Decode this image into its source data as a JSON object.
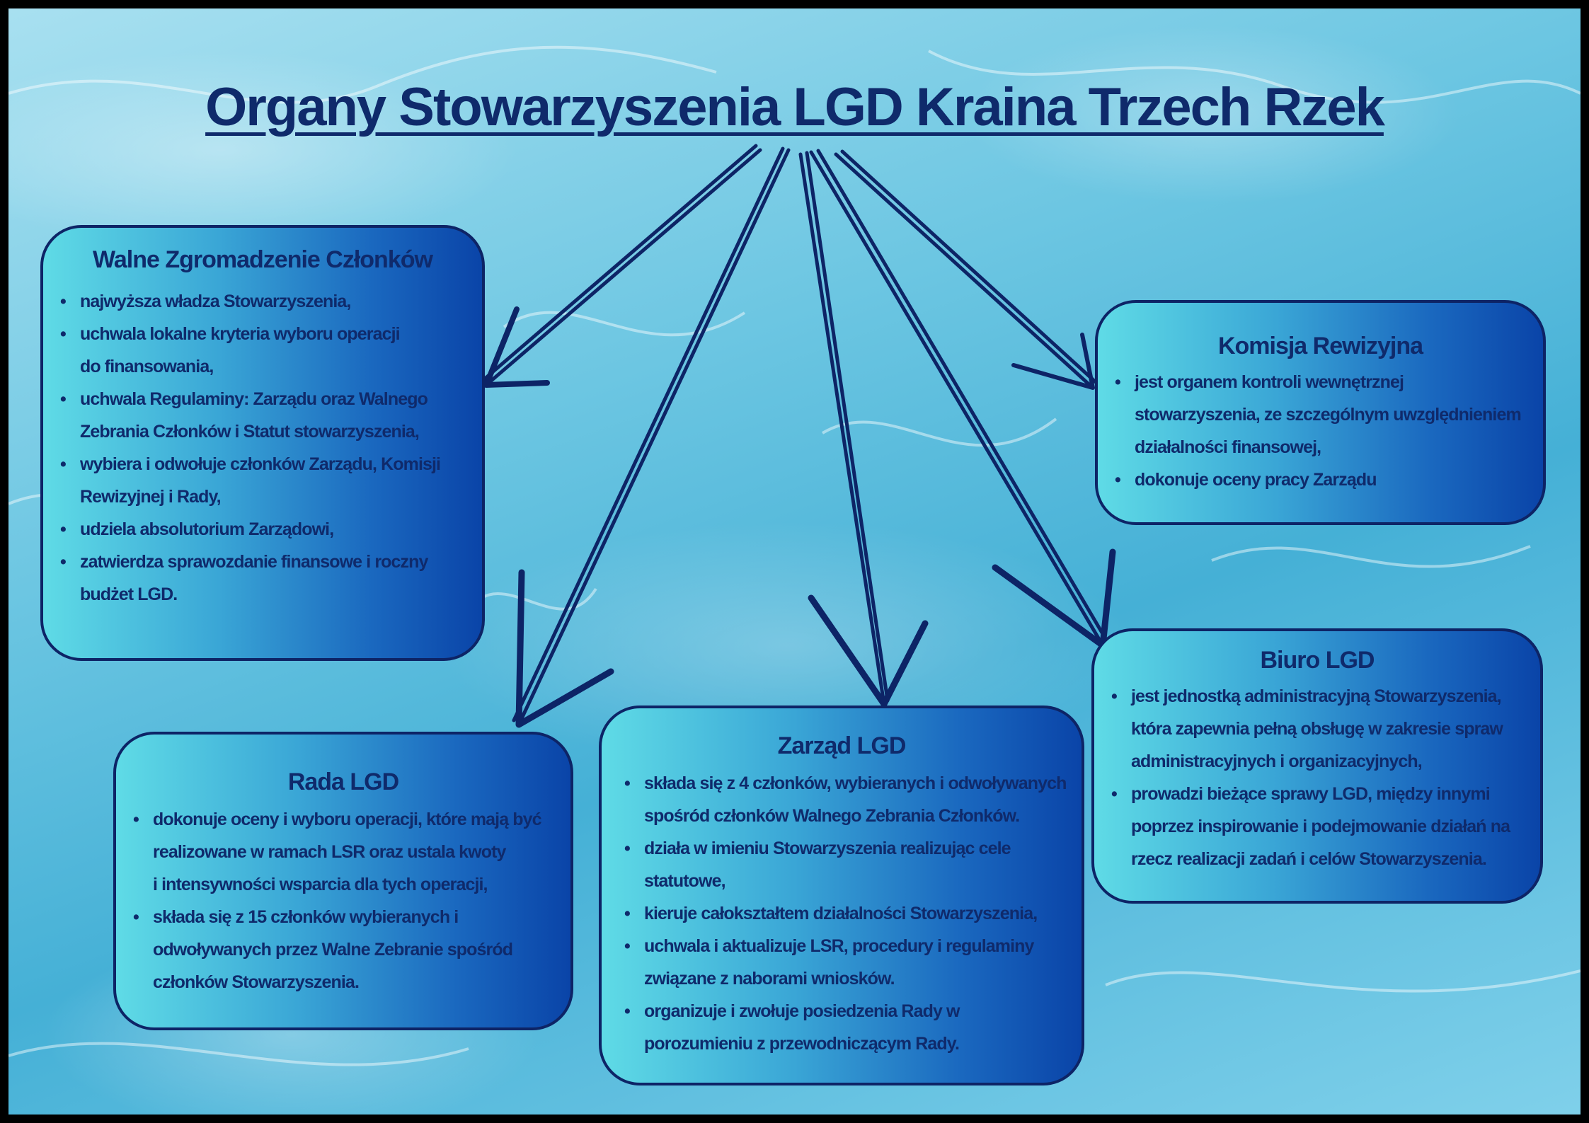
{
  "title": "Organy Stowarzyszenia LGD Kraina Trzech Rzek",
  "colors": {
    "text": "#0f2a6b",
    "box_light": "#5fdbe6",
    "box_dark": "#0a44a8",
    "arrow": "#0d2466"
  },
  "boxes": {
    "walne": {
      "heading": "Walne Zgromadzenie Członków",
      "items": [
        [
          "najwyższa władza Stowarzyszenia,"
        ],
        [
          "uchwala lokalne kryteria wyboru operacji",
          "do finansowania,"
        ],
        [
          "uchwala Regulaminy:  Zarządu oraz Walnego",
          "Zebrania Członków i Statut stowarzyszenia,"
        ],
        [
          "wybiera i odwołuje członków Zarządu, Komisji",
          "Rewizyjnej i Rady,"
        ],
        [
          "udziela absolutorium Zarządowi,"
        ],
        [
          "zatwierdza sprawozdanie finansowe i roczny",
          "budżet LGD."
        ]
      ]
    },
    "komisja": {
      "heading": "Komisja Rewizyjna",
      "items": [
        [
          "jest organem kontroli wewnętrznej",
          "stowarzyszenia, ze szczególnym uwzględnieniem",
          "działalności finansowej,"
        ],
        [
          "dokonuje oceny pracy Zarządu"
        ]
      ]
    },
    "biuro": {
      "heading": "Biuro LGD",
      "items": [
        [
          "jest jednostką administracyjną Stowarzyszenia,",
          "która zapewnia pełną obsługę w zakresie spraw",
          "administracyjnych i organizacyjnych,"
        ],
        [
          "prowadzi bieżące sprawy LGD, między innymi",
          "poprzez inspirowanie i podejmowanie działań na",
          "rzecz realizacji zadań i celów Stowarzyszenia."
        ]
      ]
    },
    "rada": {
      "heading": "Rada LGD",
      "items": [
        [
          "dokonuje oceny i wyboru operacji, które mają być",
          "realizowane w ramach LSR oraz ustala kwoty",
          "i intensywności wsparcia dla tych operacji,"
        ],
        [
          "składa się z 15 członków wybieranych i",
          "odwoływanych przez Walne Zebranie spośród",
          "członków Stowarzyszenia."
        ]
      ]
    },
    "zarzad": {
      "heading": "Zarząd LGD",
      "items": [
        [
          "składa się z 4 członków, wybieranych i odwoływanych",
          "spośród członków Walnego Zebrania Członków."
        ],
        [
          "działa w imieniu Stowarzyszenia realizując cele",
          "statutowe,"
        ],
        [
          "kieruje całokształtem działalności Stowarzyszenia,"
        ],
        [
          "uchwala i aktualizuje LSR, procedury i regulaminy",
          "związane z naborami wniosków."
        ],
        [
          "organizuje i zwołuje posiedzenia Rady w",
          "porozumieniu z przewodniczącym Rady."
        ]
      ]
    }
  }
}
